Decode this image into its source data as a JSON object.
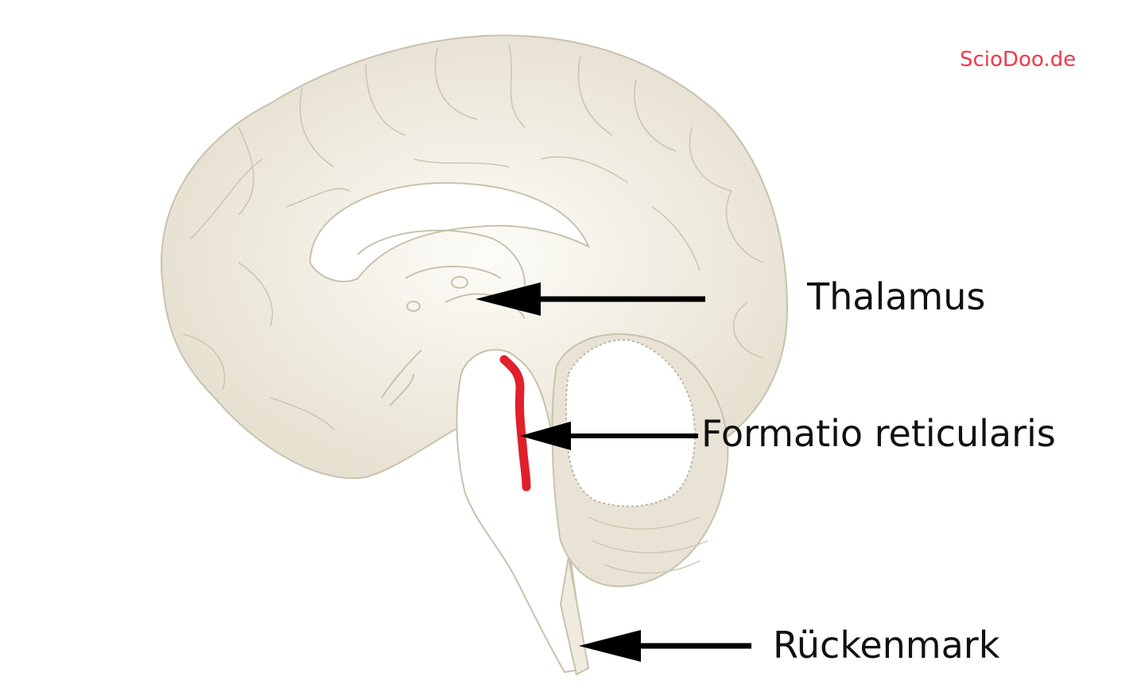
{
  "labels": {
    "thalamus": "Thalamus",
    "formatio_reticularis": "Formatio reticularis",
    "rueckenmark": "Rückenmark"
  },
  "watermark": "ScioDoo.de",
  "colors": {
    "brain_fill": "#e8e3d5",
    "brain_fill_light": "#fbfaf6",
    "outline": "#c9c2ad",
    "highlight_red": "#e0202a",
    "watermark_red": "#f0384a",
    "arrow": "#000000"
  }
}
